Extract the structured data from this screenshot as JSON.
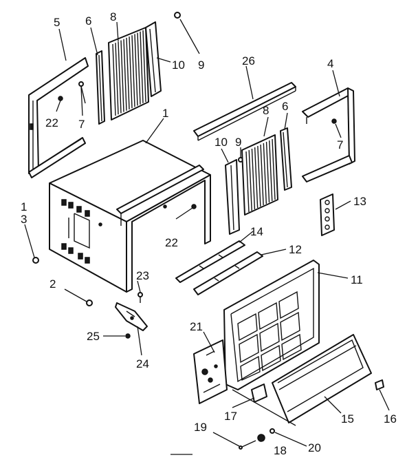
{
  "labels": {
    "p1": "1",
    "p2": "2",
    "p3": "3",
    "p4": "4",
    "p5": "5",
    "p6a": "6",
    "p6b": "6",
    "p7a": "7",
    "p7b": "7",
    "p8a": "8",
    "p8b": "8",
    "p9a": "9",
    "p9b": "9",
    "p10a": "10",
    "p10b": "10",
    "p11": "11",
    "p12": "12",
    "p13": "13",
    "p14": "14",
    "p15": "15",
    "p16": "16",
    "p17": "17",
    "p18": "18",
    "p19": "19",
    "p20": "20",
    "p21": "21",
    "p22a": "22",
    "p22b": "22",
    "p23": "23",
    "p24": "24",
    "p25": "25",
    "p26": "26",
    "p1b": "1"
  }
}
